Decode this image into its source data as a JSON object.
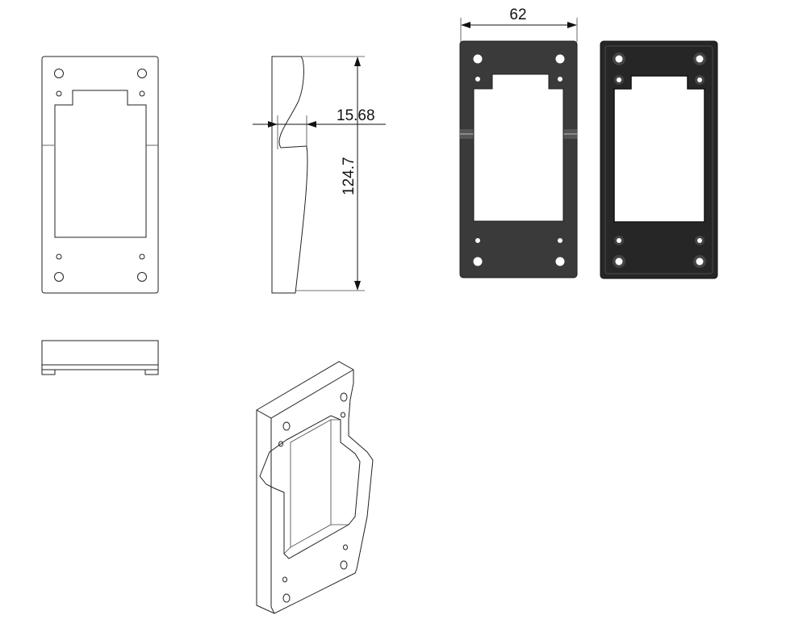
{
  "drawing": {
    "dimensions": {
      "width_top": "62",
      "offset": "15.68",
      "height": "124.7"
    }
  },
  "colors": {
    "line": "#222222",
    "render_dark": "#3a3a3a",
    "render_darker": "#262626",
    "hole": "#ffffff",
    "background": "#ffffff"
  }
}
